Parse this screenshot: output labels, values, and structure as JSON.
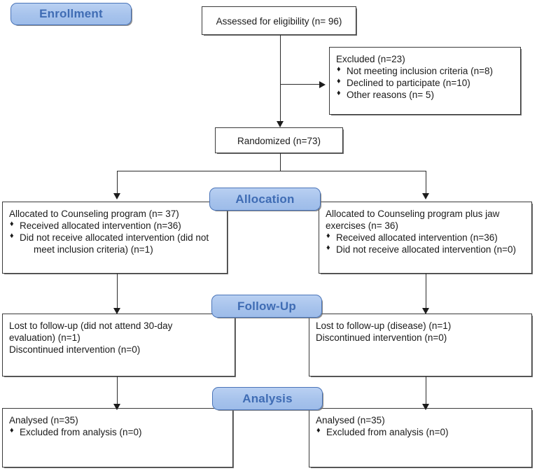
{
  "diagram": {
    "type": "consort-flow-diagram",
    "title": "CONSORT participant flow",
    "accent_color": "#a7c3ec",
    "accent_border_color": "#4a74b8",
    "accent_text_color": "#3f6cb4",
    "box_border_color": "#3b3b3b",
    "bullet_glyph": "♦"
  },
  "stages": {
    "enrollment": "Enrollment",
    "allocation": "Allocation",
    "followup": "Follow-Up",
    "analysis": "Analysis"
  },
  "enrollment": {
    "assessed": {
      "text": "Assessed for eligibility (n= 96)"
    },
    "excluded": {
      "heading": "Excluded (n=23)",
      "items": [
        "Not meeting inclusion criteria (n=8)",
        "Declined to participate (n=10)",
        "Other reasons (n= 5)"
      ]
    },
    "randomized": {
      "text": "Randomized (n=73)"
    }
  },
  "allocation": {
    "left": {
      "heading": "Allocated to Counseling program (n= 37)",
      "items": [
        "Received allocated intervention (n=36)",
        "Did not receive allocated intervention (did not"
      ],
      "item2_continuation": "meet inclusion criteria) (n=1)"
    },
    "right": {
      "heading_line1": "Allocated to Counseling program plus jaw",
      "heading_line2": "exercises (n= 36)",
      "items": [
        "Received allocated intervention (n=36)",
        "Did not receive allocated intervention (n=0)"
      ]
    }
  },
  "followup": {
    "left": {
      "line1": "Lost to follow-up (did not attend 30-day",
      "line2": "evaluation) (n=1)",
      "line3": "Discontinued intervention (n=0)"
    },
    "right": {
      "line1": "Lost to follow-up (disease) (n=1)",
      "line2": "Discontinued intervention (n=0)"
    }
  },
  "analysis": {
    "left": {
      "heading": "Analysed (n=35)",
      "items": [
        "Excluded from analysis (n=0)"
      ]
    },
    "right": {
      "heading": "Analysed (n=35)",
      "items": [
        "Excluded from analysis (n=0)"
      ]
    }
  }
}
